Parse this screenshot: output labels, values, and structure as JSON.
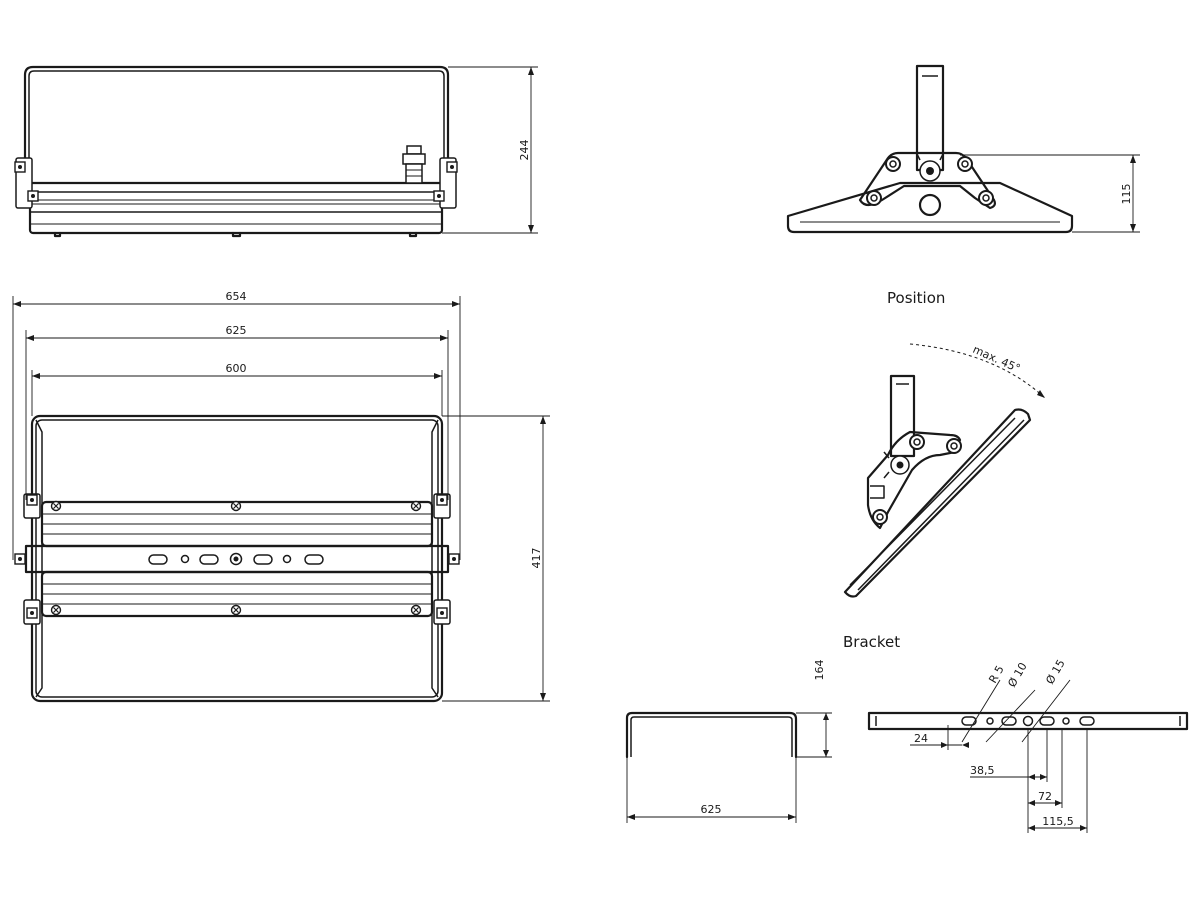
{
  "headings": {
    "position": "Position",
    "bracket": "Bracket"
  },
  "dimensions": {
    "front_height": "244",
    "side_height": "115",
    "overall_width": "654",
    "body_width": "625",
    "inner_width": "600",
    "top_height": "417",
    "bracket_height": "164",
    "bracket_width": "625",
    "offset_24": "24",
    "offset_38_5": "38,5",
    "spacing_72": "72",
    "spacing_115_5": "115,5"
  },
  "annotations": {
    "tilt": "max. 45°",
    "radius": "R 5",
    "hole_small": "Ø 10",
    "hole_large": "Ø 15"
  }
}
